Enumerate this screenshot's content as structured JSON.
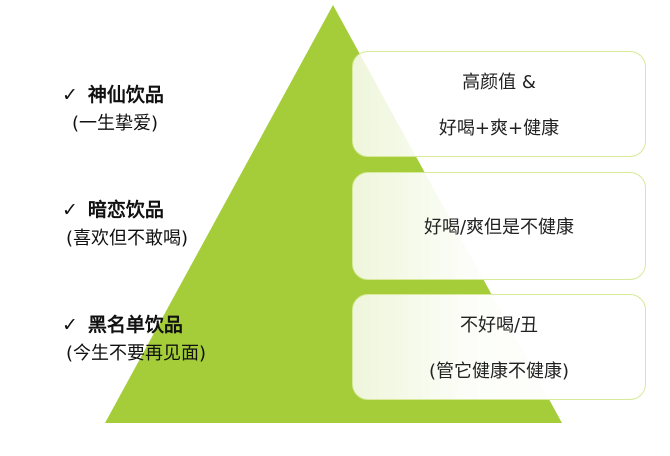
{
  "colors": {
    "pyramid": "#a4cd39",
    "box_border": "#d6ea9a"
  },
  "levels": [
    {
      "title": "神仙饮品",
      "subtitle": "(一生挚爱)",
      "desc": [
        "高颜值 &",
        "好喝+爽+健康"
      ]
    },
    {
      "title": "暗恋饮品",
      "subtitle": "(喜欢但不敢喝)",
      "desc": [
        "好喝/爽但是不健康"
      ]
    },
    {
      "title": "黑名单饮品",
      "subtitle": "(今生不要再见面)",
      "desc": [
        "不好喝/丑",
        "(管它健康不健康)"
      ]
    }
  ],
  "check": "✓"
}
